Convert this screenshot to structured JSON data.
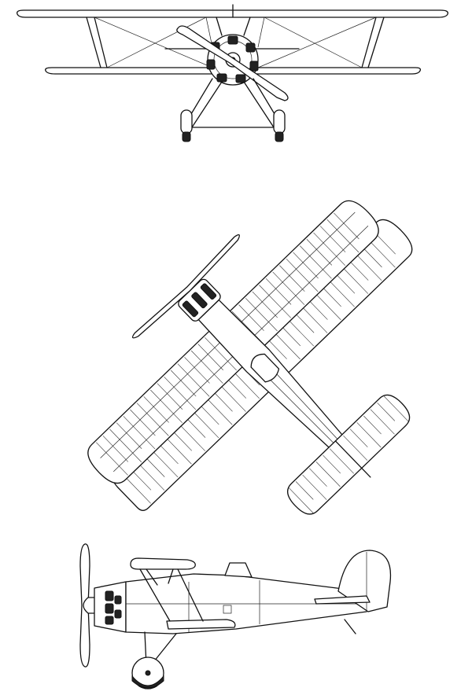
{
  "drawing": {
    "subject": "biplane",
    "views": [
      "front",
      "top",
      "side"
    ],
    "line_color": "#111111",
    "background": "#ffffff"
  }
}
